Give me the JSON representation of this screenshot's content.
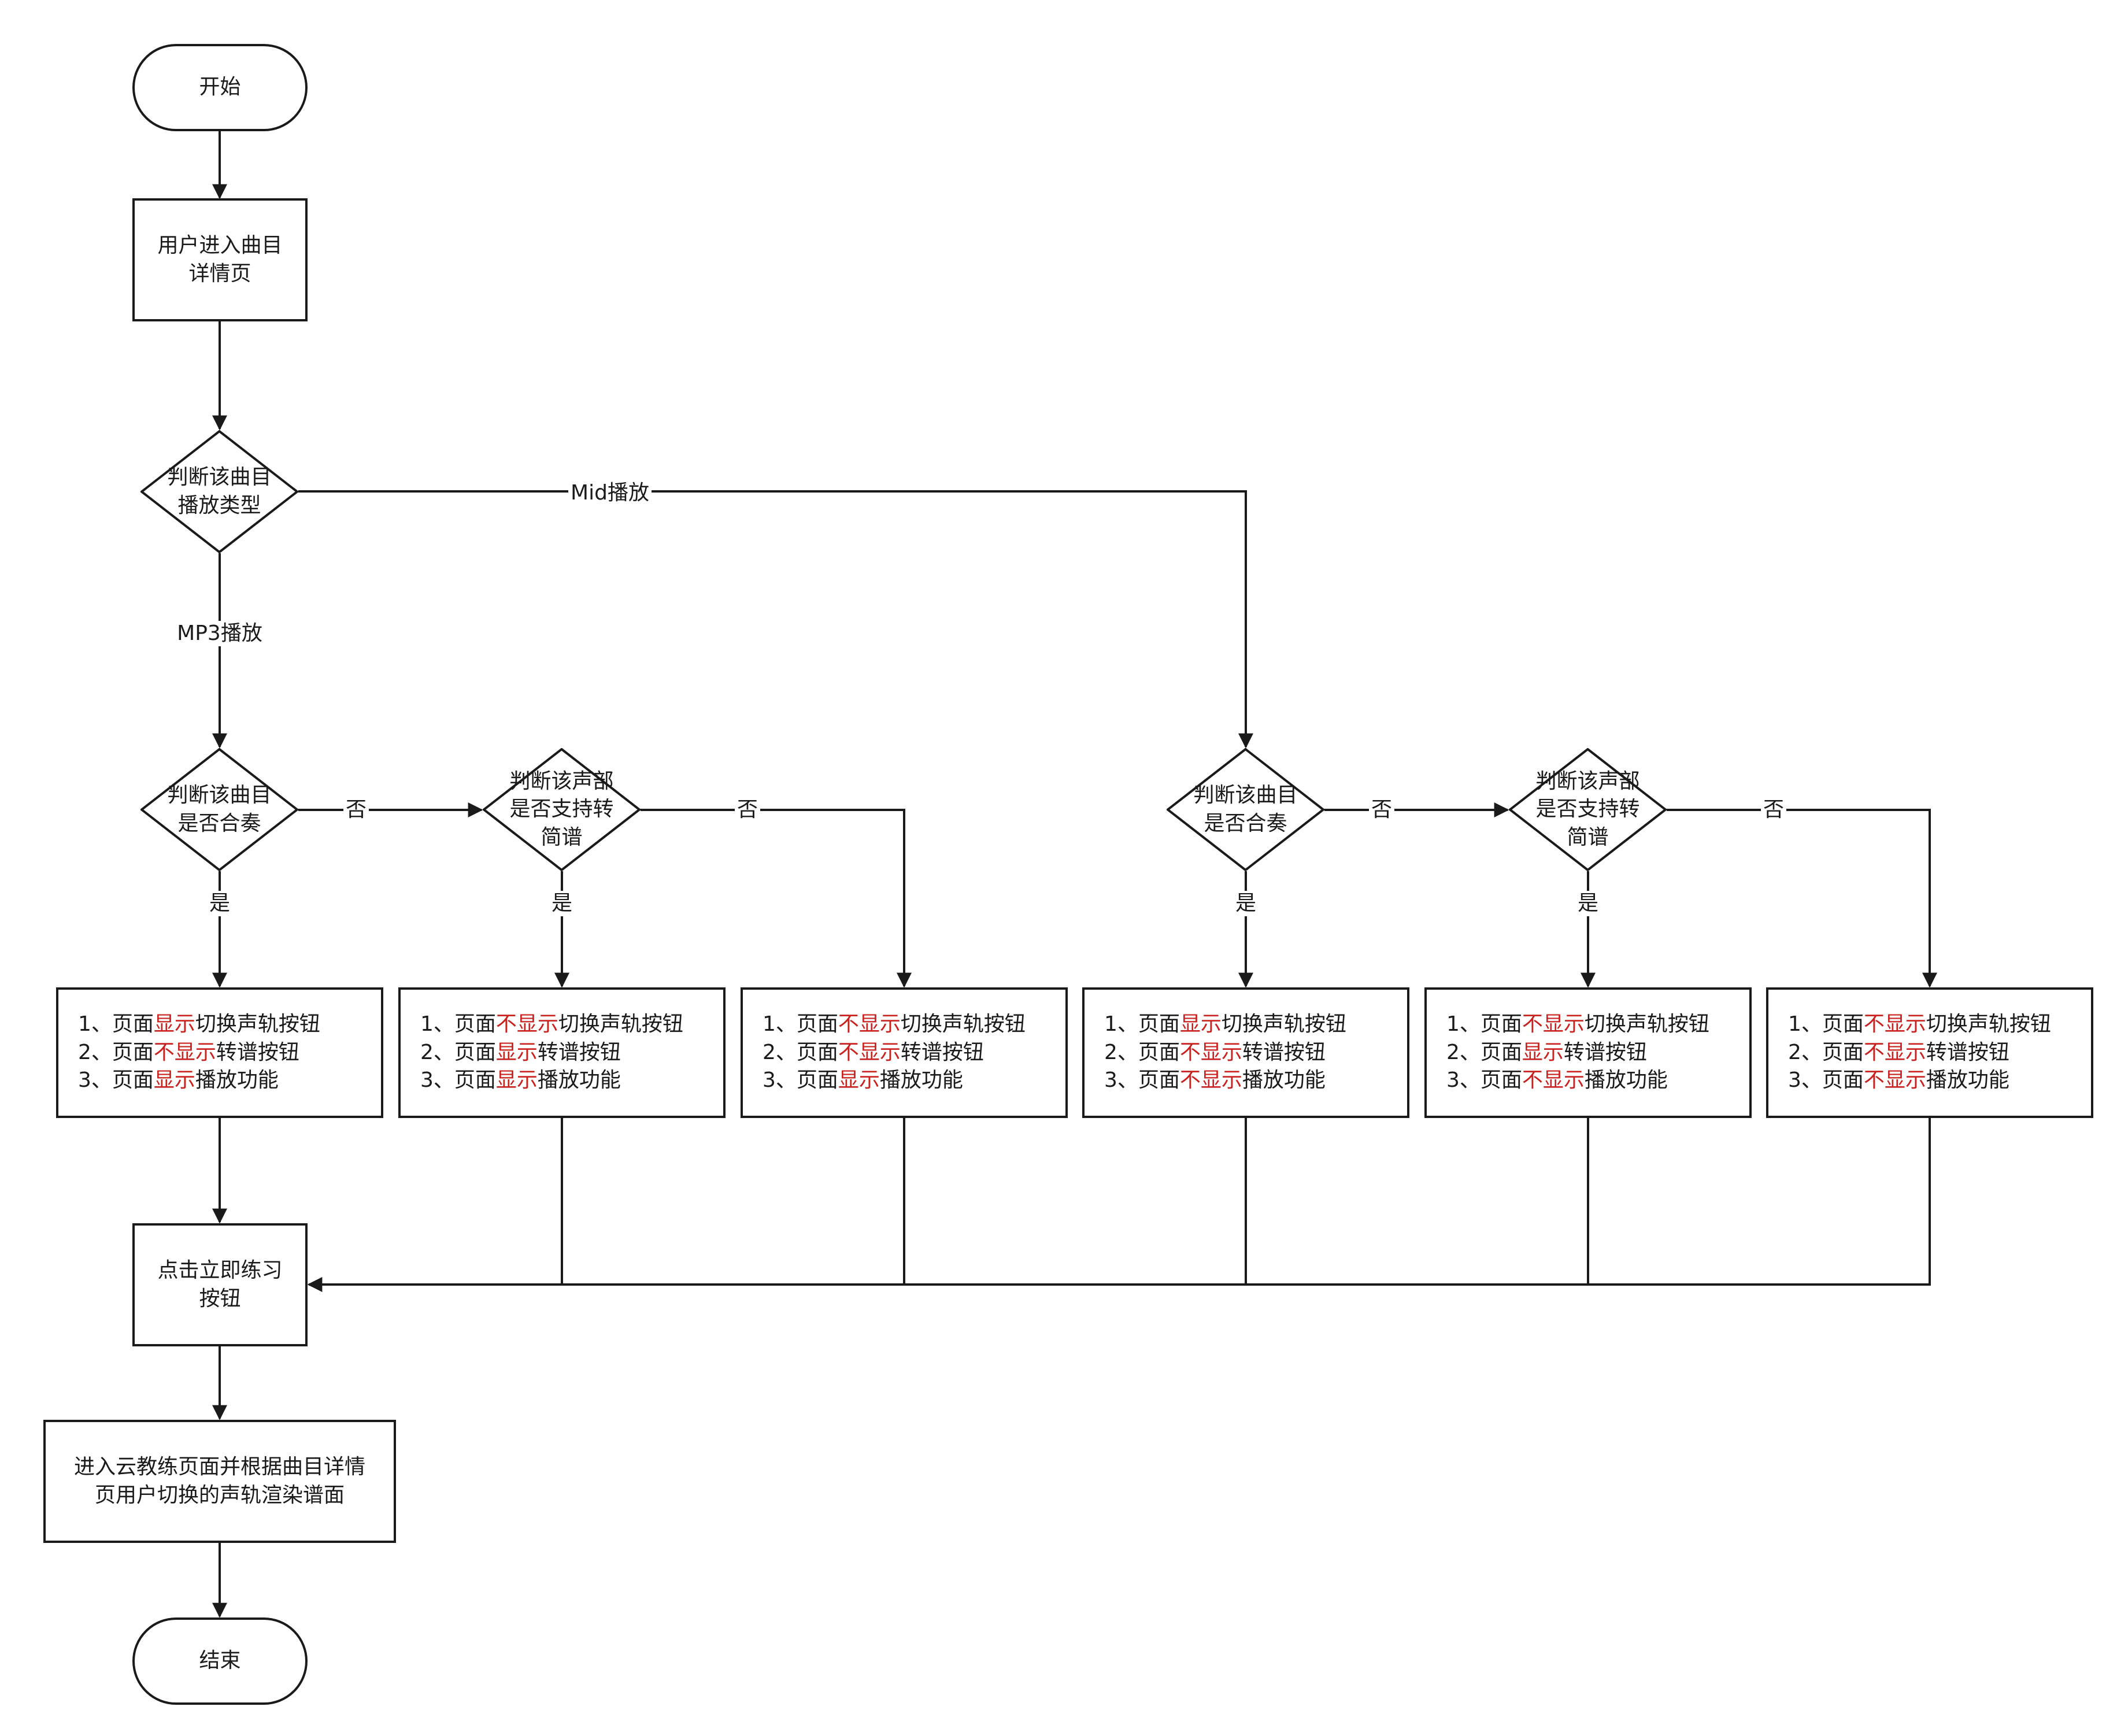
{
  "start": "开始",
  "end": "结束",
  "enter_detail": [
    "用户进入曲目",
    "详情页"
  ],
  "play_type_decision": [
    "判断该曲目",
    "播放类型"
  ],
  "edge_mid": "Mid播放",
  "edge_mp3": "MP3播放",
  "ensemble_decision": [
    "判断该曲目",
    "是否合奏"
  ],
  "part_decision": [
    "判断该声部",
    "是否支持转",
    "简谱"
  ],
  "yes": "是",
  "no": "否",
  "click_practice": [
    "点击立即练习",
    "按钮"
  ],
  "enter_cloud": [
    "进入云教练页面并根据曲目详情",
    "页用户切换的声轨渲染谱面"
  ],
  "results": [
    [
      [
        "1、页面",
        "显示",
        "切换声轨按钮"
      ],
      [
        "2、页面",
        "不显示",
        "转谱按钮"
      ],
      [
        "3、页面",
        "显示",
        "播放功能"
      ]
    ],
    [
      [
        "1、页面",
        "不显示",
        "切换声轨按钮"
      ],
      [
        "2、页面",
        "显示",
        "转谱按钮"
      ],
      [
        "3、页面",
        "显示",
        "播放功能"
      ]
    ],
    [
      [
        "1、页面",
        "不显示",
        "切换声轨按钮"
      ],
      [
        "2、页面",
        "不显示",
        "转谱按钮"
      ],
      [
        "3、页面",
        "显示",
        "播放功能"
      ]
    ],
    [
      [
        "1、页面",
        "显示",
        "切换声轨按钮"
      ],
      [
        "2、页面",
        "不显示",
        "转谱按钮"
      ],
      [
        "3、页面",
        "不显示",
        "播放功能"
      ]
    ],
    [
      [
        "1、页面",
        "不显示",
        "切换声轨按钮"
      ],
      [
        "2、页面",
        "显示",
        "转谱按钮"
      ],
      [
        "3、页面",
        "不显示",
        "播放功能"
      ]
    ],
    [
      [
        "1、页面",
        "不显示",
        "切换声轨按钮"
      ],
      [
        "2、页面",
        "不显示",
        "转谱按钮"
      ],
      [
        "3、页面",
        "不显示",
        "播放功能"
      ]
    ]
  ],
  "colors": {
    "line": "#1a1a1a",
    "highlight": "#c9211e",
    "background": "#ffffff"
  }
}
